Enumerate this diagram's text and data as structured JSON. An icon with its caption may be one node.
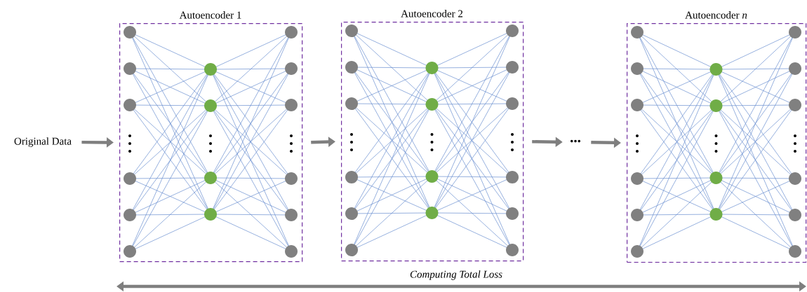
{
  "diagram": {
    "nodes": [
      {
        "text": [
          "Original Data"
        ]
      },
      {
        "text": [
          "Autoencoder 1"
        ]
      },
      {
        "text": [
          "Autoencoder 2"
        ]
      },
      {
        "text": [
          "•••"
        ]
      },
      {
        "text": [
          "Autoencoder *n*"
        ]
      }
    ],
    "edges": [
      {
        "from": 0,
        "to": 1,
        "arrow": "to"
      },
      {
        "from": 1,
        "to": 2,
        "arrow": "to"
      },
      {
        "from": 2,
        "to": 3,
        "arrow": "to"
      },
      {
        "from": 3,
        "to": 4,
        "arrow": "to"
      }
    ],
    "labels": [
      "Computing Total Loss"
    ]
  }
}
